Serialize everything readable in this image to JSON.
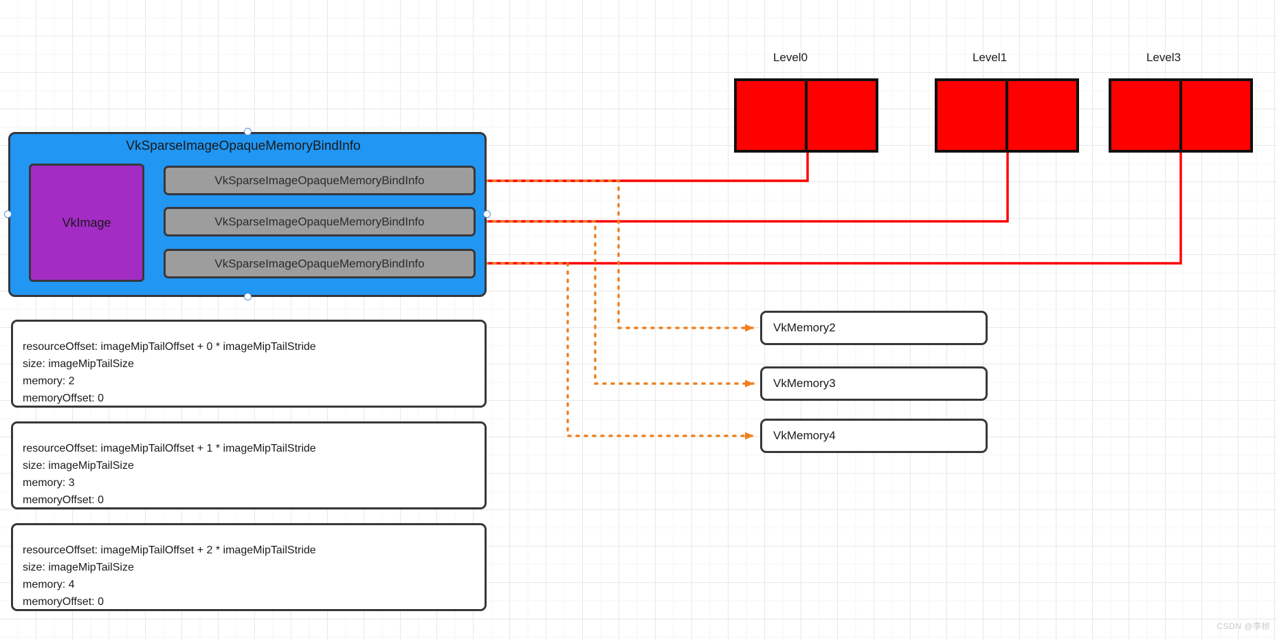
{
  "diagram": {
    "title": "VkSparseImageOpaqueMemoryBindInfo"
  },
  "blue_container": {
    "title": "VkSparseImageOpaqueMemoryBindInfo",
    "image_node": "VkImage",
    "bind_infos": [
      {
        "label": "VkSparseImageOpaqueMemoryBindInfo"
      },
      {
        "label": "VkSparseImageOpaqueMemoryBindInfo"
      },
      {
        "label": "VkSparseImageOpaqueMemoryBindInfo"
      }
    ]
  },
  "mip_levels": [
    {
      "label": "Level0"
    },
    {
      "label": "Level1"
    },
    {
      "label": "Level3"
    }
  ],
  "bind_detail_cards": [
    {
      "resource_offset": "resourceOffset: imageMipTailOffset + 0 * imageMipTailStride",
      "size": "size: imageMipTailSize",
      "memory": "memory: 2",
      "memory_offset": "memoryOffset: 0"
    },
    {
      "resource_offset": "resourceOffset: imageMipTailOffset + 1 * imageMipTailStride",
      "size": "size: imageMipTailSize",
      "memory": "memory: 3",
      "memory_offset": "memoryOffset: 0"
    },
    {
      "resource_offset": "resourceOffset: imageMipTailOffset + 2 * imageMipTailStride",
      "size": "size: imageMipTailSize",
      "memory": "memory: 4",
      "memory_offset": "memoryOffset: 0"
    }
  ],
  "memory_nodes": [
    {
      "label": "VkMemory2"
    },
    {
      "label": "VkMemory3"
    },
    {
      "label": "VkMemory4"
    }
  ],
  "watermark": "CSDN @李桢",
  "colors": {
    "blue_container": "#2196f3",
    "vkimage": "#a32cc4",
    "bind_box": "#9d9d9d",
    "mip_fill": "#fe0000",
    "red_connector": "#ff0000",
    "orange_connector": "#f08021",
    "outline": "#37373b"
  }
}
